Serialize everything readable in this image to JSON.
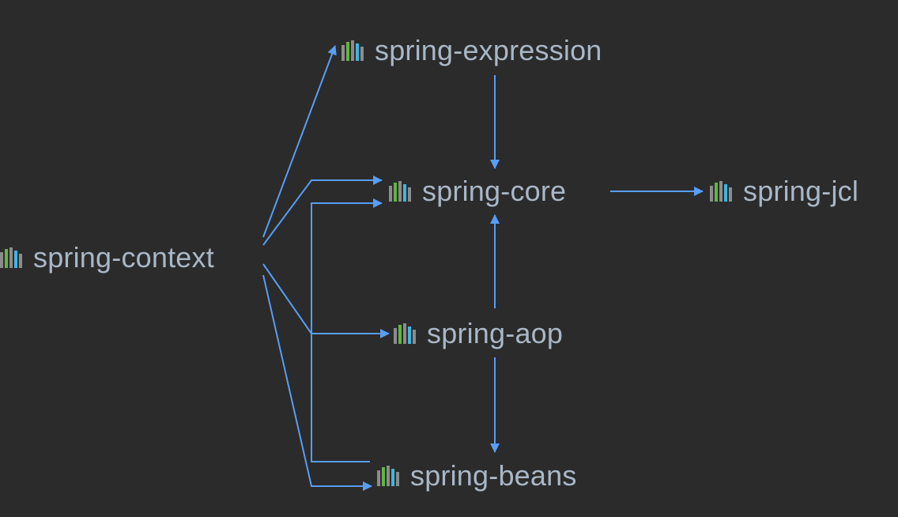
{
  "colors": {
    "background": "#2b2b2b",
    "edge": "#589df6",
    "label": "#a9b7c6",
    "icon_bars": [
      "#8c8c8c",
      "#62b543",
      "#8c8c8c",
      "#40b6e0",
      "#8c8c8c"
    ]
  },
  "nodes": {
    "spring_context": {
      "label": "spring-context",
      "icon": "library-icon"
    },
    "spring_expression": {
      "label": "spring-expression",
      "icon": "library-icon"
    },
    "spring_core": {
      "label": "spring-core",
      "icon": "library-icon"
    },
    "spring_jcl": {
      "label": "spring-jcl",
      "icon": "library-icon"
    },
    "spring_aop": {
      "label": "spring-aop",
      "icon": "library-icon"
    },
    "spring_beans": {
      "label": "spring-beans",
      "icon": "library-icon"
    }
  },
  "edges": [
    {
      "from": "spring-context",
      "to": "spring-expression"
    },
    {
      "from": "spring-context",
      "to": "spring-core"
    },
    {
      "from": "spring-context",
      "to": "spring-aop"
    },
    {
      "from": "spring-context",
      "to": "spring-beans"
    },
    {
      "from": "spring-expression",
      "to": "spring-core"
    },
    {
      "from": "spring-core",
      "to": "spring-jcl"
    },
    {
      "from": "spring-aop",
      "to": "spring-core"
    },
    {
      "from": "spring-aop",
      "to": "spring-beans"
    },
    {
      "from": "spring-beans",
      "to": "spring-core"
    }
  ]
}
